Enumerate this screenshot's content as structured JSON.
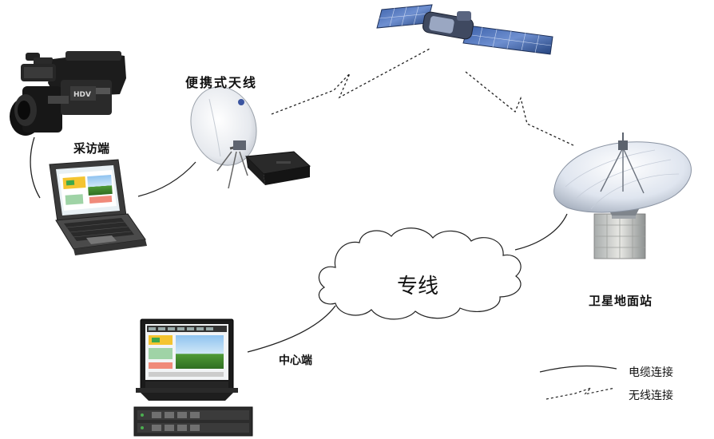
{
  "labels": {
    "portable_antenna": "便携式天线",
    "capture_end": "采访端",
    "ground_station": "卫星地面站",
    "dedicated_line": "专线",
    "center_end": "中心端"
  },
  "legend": {
    "cable": "电缆连接",
    "wireless": "无线连接"
  },
  "devices": {
    "camcorder_brand_text": "HDV"
  }
}
